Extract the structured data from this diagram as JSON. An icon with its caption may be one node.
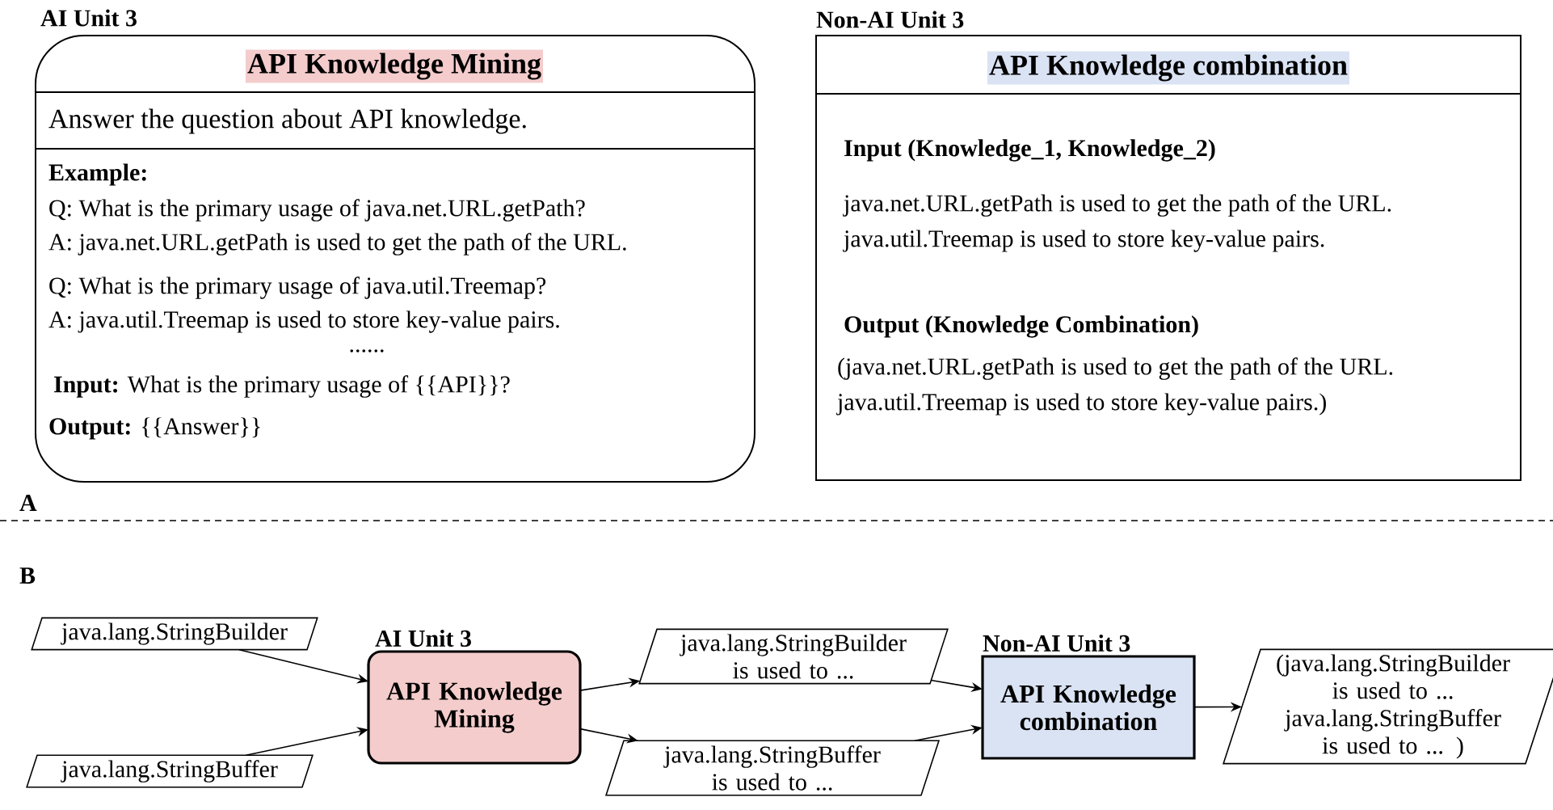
{
  "diagram": {
    "nodes": [
      {
        "text": [
          "AI Unit 3",
          "API Knowledge Mining",
          "Answer the question about API knowledge.",
          "Example:",
          "Q: What is the primary usage of java.net.URL.getPath?",
          "A: java.net.URL.getPath is used to get the path of the URL.",
          "Q: What is the primary usage of java.util.Treemap?",
          "A: java.util.Treemap is used to store key-value pairs.",
          "......",
          "**Input:**  What is the primary usage of {{API}}?",
          "**Output:** {{Answer}}"
        ]
      },
      {
        "text": [
          "Non-AI Unit 3",
          "API Knowledge combination",
          "Input (Knowledge_1,  Knowledge_2)",
          "java.net.URL.getPath is used to get the path of the URL.",
          "java.util.Treemap is used to store key-value pairs.",
          "Output (Knowledge Combination)",
          "(java.net.URL.getPath is used to get the path of the URL.",
          "java.util.Treemap is used to store key-value pairs.)"
        ]
      },
      {
        "text": [
          "java.lang.StringBuilder"
        ]
      },
      {
        "text": [
          "java.lang.StringBuffer"
        ]
      },
      {
        "text": [
          "AI Unit 3",
          "API Knowledge Mining"
        ]
      },
      {
        "text": [
          "java.lang.StringBuilder is used to ..."
        ]
      },
      {
        "text": [
          "java.lang.StringBuffer is used to ..."
        ]
      },
      {
        "text": [
          "Non-AI Unit 3",
          "API Knowledge combination"
        ]
      },
      {
        "text": [
          "(java.lang.StringBuilder is used to ... java.lang.StringBuffer is used to ... )"
        ]
      }
    ],
    "edges": [
      {
        "from": 2,
        "to": 4,
        "arrow": "to"
      },
      {
        "from": 3,
        "to": 4,
        "arrow": "to"
      },
      {
        "from": 4,
        "to": 5,
        "arrow": "to"
      },
      {
        "from": 4,
        "to": 6,
        "arrow": "to"
      },
      {
        "from": 5,
        "to": 7,
        "arrow": "to"
      },
      {
        "from": 6,
        "to": 7,
        "arrow": "to"
      },
      {
        "from": 7,
        "to": 8,
        "arrow": "to"
      }
    ],
    "labels": [
      "A",
      "B"
    ]
  }
}
